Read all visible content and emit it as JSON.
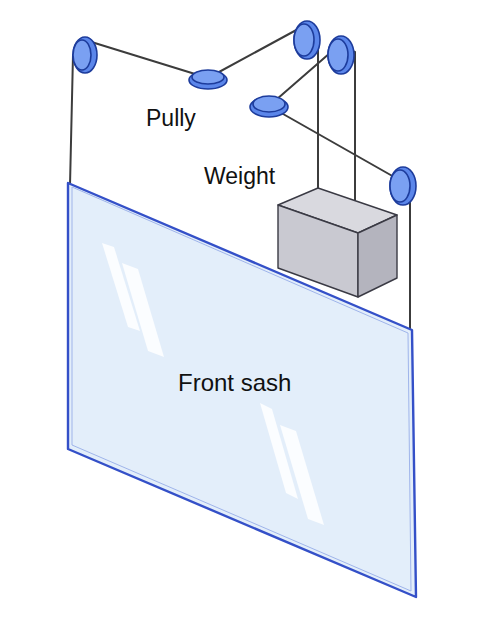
{
  "diagram": {
    "nodes": [
      {
        "text": [
          "Weight"
        ]
      },
      {
        "text": [
          "Front sash"
        ]
      }
    ],
    "edges": [
      {
        "from": 1,
        "to": 0,
        "arrow": "none"
      },
      {
        "from": 1,
        "to": 0,
        "arrow": "none"
      }
    ],
    "labels": [
      "Pully"
    ]
  }
}
